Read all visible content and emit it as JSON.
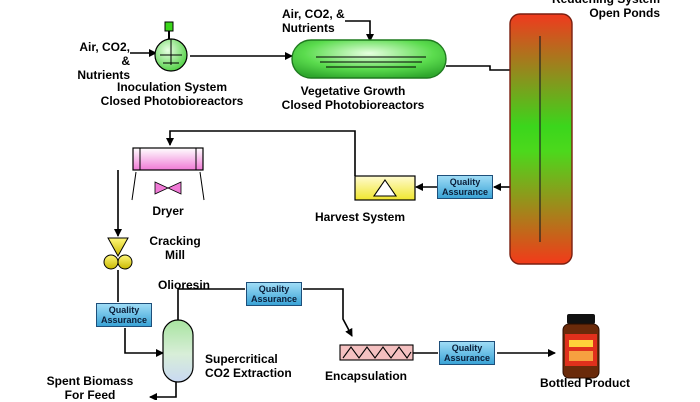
{
  "inoculation": {
    "inputs": "Air, CO2, &\nNutrients",
    "label": "Inoculation System\nClosed Photobioreactors"
  },
  "vegetative": {
    "inputs": "Air, CO2, &\nNutrients",
    "label": "Vegetative Growth\nClosed Photobioreactors"
  },
  "open_ponds": {
    "label": "Reddening System\nOpen Ponds"
  },
  "harvest": {
    "label": "Harvest System"
  },
  "dryer": {
    "label": "Dryer"
  },
  "cracking_mill": {
    "label": "Cracking\nMill"
  },
  "oleoresin": {
    "label": "Olioresin"
  },
  "extraction": {
    "label": "Supercritical\nCO2 Extraction"
  },
  "spent_biomass": {
    "label": "Spent Biomass\nFor Feed"
  },
  "encapsulation": {
    "label": "Encapsulation"
  },
  "bottled": {
    "label": "Bottled Product"
  },
  "quality_assurance": {
    "label": "Quality\nAssurance"
  },
  "colors": {
    "ponds_top": "#f03a1e",
    "ponds_mid": "#3bd61c",
    "ponds_bottom": "#f23a1a",
    "reactor_green": "#52d84a",
    "dryer_pink": "#f07ad6",
    "harvest_yellow": "#f6f04a",
    "qa_blue": "#3aa3d6"
  }
}
